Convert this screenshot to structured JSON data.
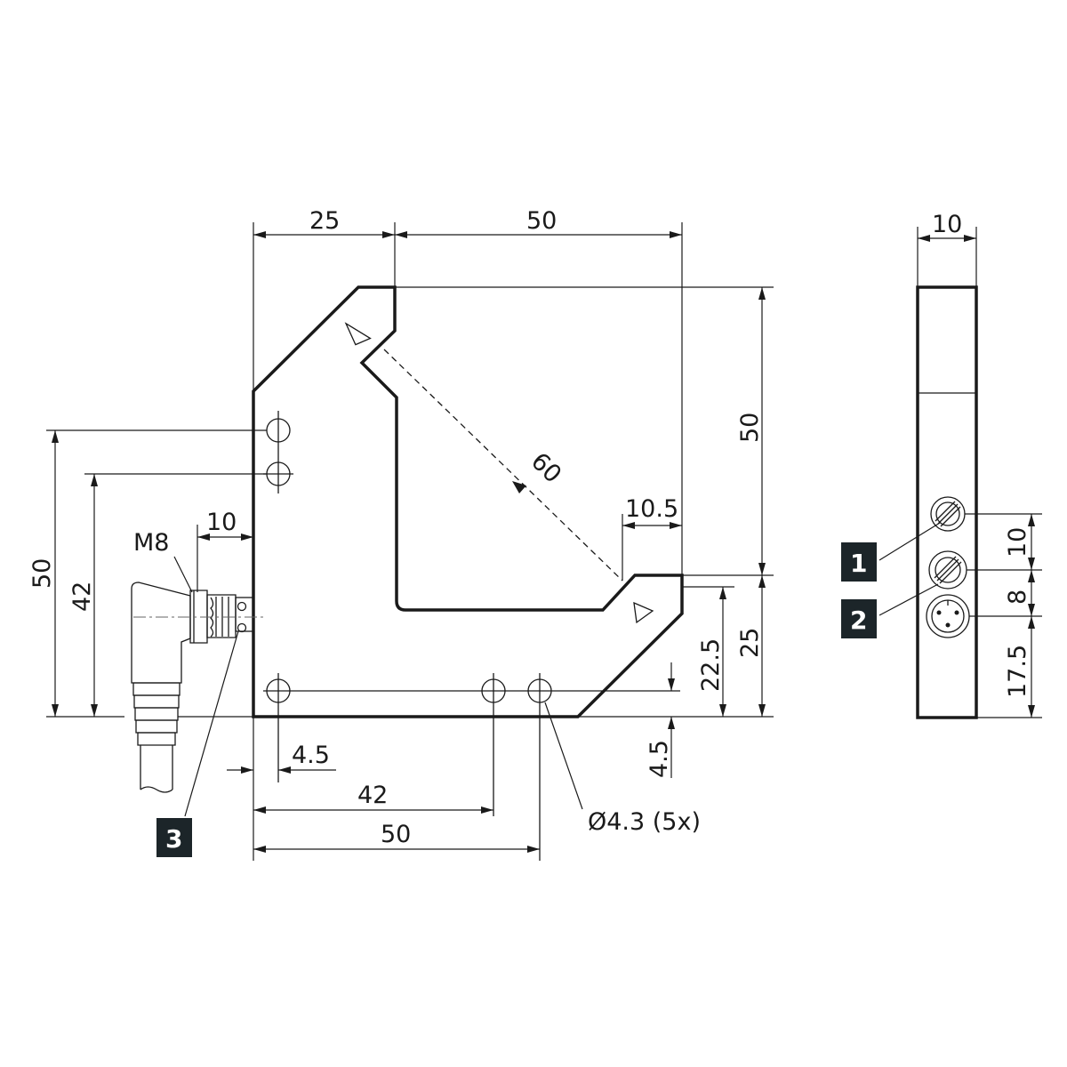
{
  "front_view": {
    "dims": {
      "top_left_width": "25",
      "top_right_width": "50",
      "right_height_top": "50",
      "right_height_bottom": "25",
      "diagonal_distance": "60",
      "inner_offset": "10.5",
      "hole_height": "22.5",
      "hole_offset_bottom": "4.5",
      "hole_offset_left": "4.5",
      "hole_spacing_42": "42",
      "hole_spacing_50": "50",
      "left_height_50": "50",
      "left_height_42": "42",
      "connector_length": "10",
      "thread": "M8",
      "hole_diameter": "Ø4.3 (5x)"
    }
  },
  "side_view": {
    "dims": {
      "thickness": "10",
      "spacing_a": "10",
      "spacing_b": "8",
      "spacing_c": "17.5"
    }
  },
  "badges": [
    "1",
    "2",
    "3"
  ],
  "colors": {
    "line": "#1a1a1a",
    "badge": "#1c2529"
  }
}
